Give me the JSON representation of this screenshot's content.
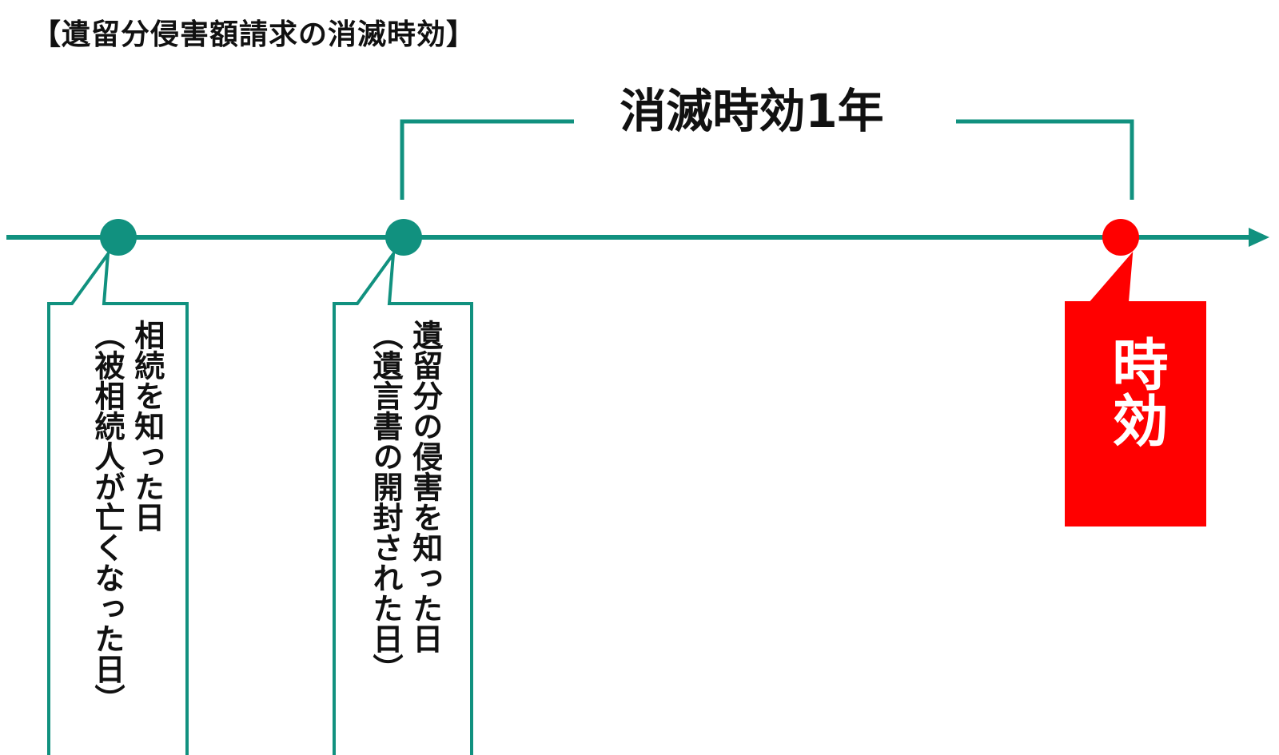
{
  "title": "【遺留分侵害額請求の消滅時効】",
  "period_label": "消滅時効1年",
  "colors": {
    "line": "#11917f",
    "accent": "#ff0000",
    "text": "#111111"
  },
  "events": [
    {
      "label": "相続を知った日",
      "sublabel": "（被相続人が亡くなった日）"
    },
    {
      "label": "遺留分の侵害を知った日",
      "sublabel": "（遺言書の開封された日）"
    },
    {
      "label": "時効"
    }
  ]
}
